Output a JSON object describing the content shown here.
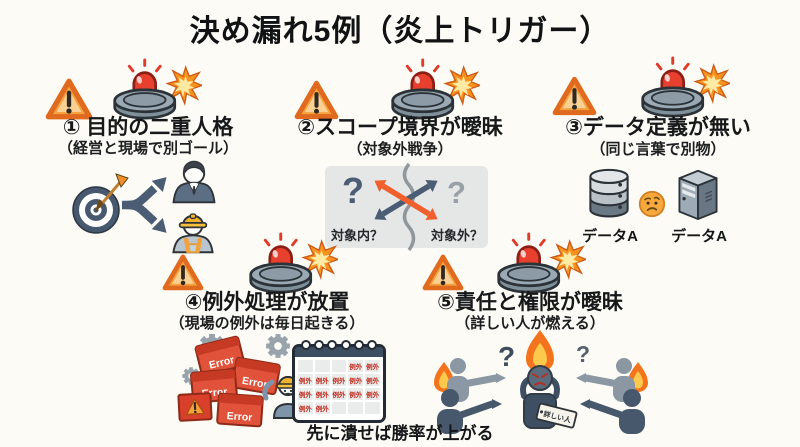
{
  "title": "決め漏れ5例（炎上トリガー）",
  "footer": "先に潰せば勝率が上がる",
  "sections": [
    {
      "heading": "① 目的の二重人格",
      "subheading": "（経営と現場で別ゴール）"
    },
    {
      "heading": "②スコープ境界が曖昧",
      "subheading": "（対象外戦争）"
    },
    {
      "heading": "③データ定義が無い",
      "subheading": "（同じ言葉で別物）"
    },
    {
      "heading": "④例外処理が放置",
      "subheading": "（現場の例外は毎日起きる）"
    },
    {
      "heading": "⑤責任と権限が曖昧",
      "subheading": "（詳しい人が燃える）"
    }
  ],
  "graphics": {
    "question_mark": "?",
    "scope": {
      "inside_label": "対象内？",
      "outside_label": "対象外？"
    },
    "data_definition": {
      "database_label": "データA",
      "server_label": "データA"
    },
    "exceptions": {
      "error_label": "Error",
      "calendar_cell_label": "例外",
      "calendar_pattern": [
        [
          0,
          0,
          0,
          1,
          1
        ],
        [
          1,
          1,
          1,
          1,
          1
        ],
        [
          1,
          1,
          1,
          1,
          1
        ],
        [
          1,
          1,
          0,
          0,
          0
        ]
      ]
    },
    "burning": {
      "tag_label": "詳しい人"
    }
  },
  "colors": {
    "background": "#fcfbf6",
    "alarm_dome_red": "#e8402e",
    "alarm_base_gray": "#8c9ba6",
    "burst_orange": "#f7941e",
    "warning_triangle_orange": "#f5a340",
    "slate_blue": "#4a5d74",
    "error_red": "#e0523a",
    "flame_orange": "#f4731d",
    "calendar_header_blue": "#3d4e61"
  }
}
